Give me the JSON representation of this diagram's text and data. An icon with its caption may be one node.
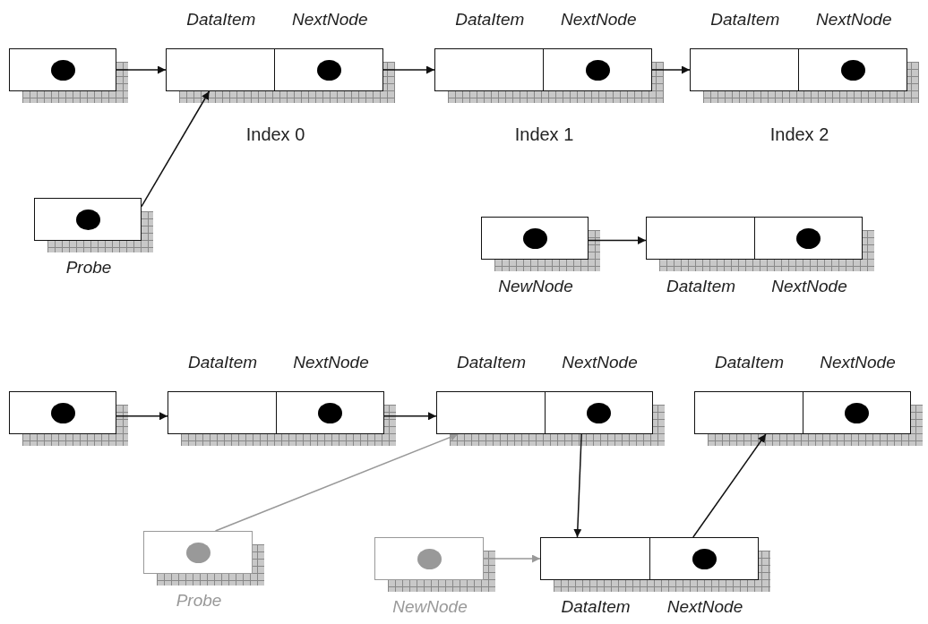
{
  "diagram": {
    "nodes": [
      {
        "text": [],
        "shape": "box"
      },
      {
        "text": [
          "DataItem",
          "NextNode"
        ],
        "beside": [
          "Index 0"
        ]
      },
      {
        "text": [
          "DataItem",
          "NextNode"
        ],
        "beside": [
          "Index 1"
        ]
      },
      {
        "text": [
          "DataItem",
          "NextNode"
        ],
        "beside": [
          "Index 2"
        ]
      },
      {
        "text": [
          "Probe"
        ]
      },
      {
        "text": [
          "NewNode"
        ]
      },
      {
        "text": [
          "DataItem",
          "NextNode"
        ]
      },
      {
        "text": [],
        "shape": "box"
      },
      {
        "text": [
          "DataItem",
          "NextNode"
        ]
      },
      {
        "text": [
          "DataItem",
          "NextNode"
        ]
      },
      {
        "text": [
          "DataItem",
          "NextNode"
        ]
      },
      {
        "text": [
          "Probe"
        ]
      },
      {
        "text": [
          "NewNode"
        ]
      },
      {
        "text": [
          "DataItem",
          "NextNode"
        ]
      }
    ],
    "edges": [
      {
        "from": 0,
        "to": 1,
        "arrow": "to"
      },
      {
        "from": 1,
        "to": 2,
        "arrow": "to"
      },
      {
        "from": 2,
        "to": 3,
        "arrow": "to"
      },
      {
        "from": 4,
        "to": 1,
        "arrow": "to"
      },
      {
        "from": 5,
        "to": 6,
        "arrow": "to"
      },
      {
        "from": 7,
        "to": 8,
        "arrow": "to"
      },
      {
        "from": 8,
        "to": 9,
        "arrow": "to"
      },
      {
        "from": 11,
        "to": 9,
        "arrow": "to",
        "color": "#999999"
      },
      {
        "from": 9,
        "to": 13,
        "arrow": "to"
      },
      {
        "from": 13,
        "to": 10,
        "arrow": "to"
      },
      {
        "from": 12,
        "to": 13,
        "arrow": "to",
        "color": "#999999"
      }
    ]
  }
}
